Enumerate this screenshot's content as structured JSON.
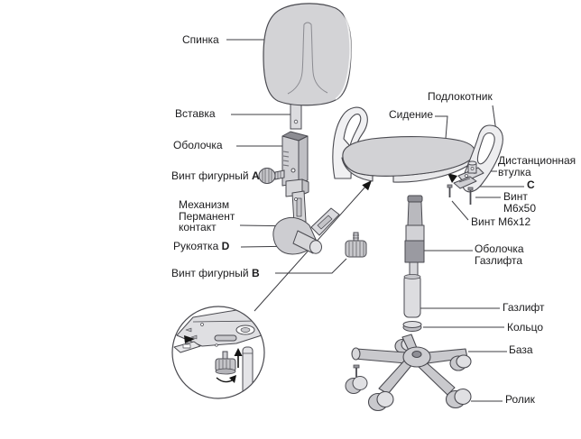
{
  "diagram": {
    "name": "office-chair-assembly-exploded-diagram",
    "labels": {
      "backrest": "Спинка",
      "insert": "Вставка",
      "shell": "Оболочка",
      "screw_a": {
        "text": "Винт фигурный",
        "key": "A"
      },
      "mechanism": {
        "line1": "Механизм",
        "line2": "Перманент",
        "line3": "контакт"
      },
      "handle": {
        "text": "Рукоятка",
        "key": "D"
      },
      "screw_b": {
        "text": "Винт фигурный",
        "key": "B"
      },
      "armrest": "Подлокотник",
      "seat": "Сидение",
      "bushing": {
        "line1": "Дистанционная",
        "line2": "втулка"
      },
      "key_c": "C",
      "bolt_m6x50": {
        "line1": "Винт",
        "line2": "M6x50"
      },
      "bolt_m6x12": "Винт M6x12",
      "gaslift_shell": {
        "line1": "Оболочка",
        "line2": "Газлифта"
      },
      "gaslift": "Газлифт",
      "ring": "Кольцо",
      "base": "База",
      "caster": "Ролик"
    },
    "colors": {
      "background": "#ffffff",
      "outline": "#4a4a50",
      "part_fill": "#d3d3d6",
      "part_dark": "#97979e",
      "part_light": "#e9e9eb",
      "leader_line": "#3d3d42",
      "text": "#1c1c1e"
    }
  }
}
